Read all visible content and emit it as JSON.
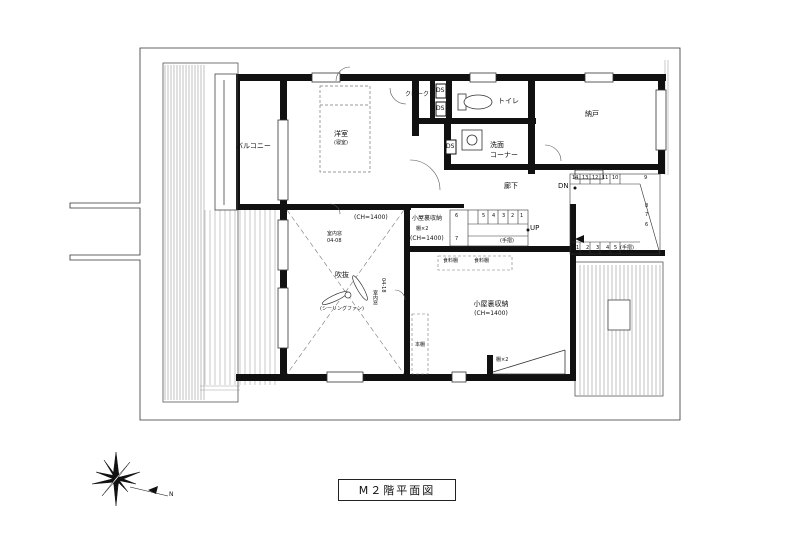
{
  "rooms": {
    "closet": "クローク",
    "toilet": "トイレ",
    "storage": "納戸",
    "western_room": "洋室",
    "western_room_sub": "(寝室)",
    "balcony": "バルコニー",
    "wash_corner_1": "洗面",
    "wash_corner_2": "コーナー",
    "hallway": "廊下",
    "attic_storage_small": "小屋裏収納",
    "attic_storage_small_ch": "(CH=1400)",
    "attic_storage_main": "小屋裏収納",
    "attic_storage_main_ch": "(CH=1400)",
    "ch_left": "(CH=1400)",
    "void": "吹抜",
    "ceiling_fan": "(シーリングファン)"
  },
  "fixtures": {
    "ds_1": "DS",
    "ds_2": "DS",
    "ds_3": "DS",
    "dn": "DN",
    "up": "UP",
    "shelf_x2_small": "棚×2",
    "shelf_x2_main": "棚×2",
    "handrail_1": "(手摺)",
    "handrail_2": "(手摺)",
    "bookshelf": "本棚",
    "food_storage_1": "食料棚",
    "food_storage_2": "食料棚",
    "indoor_window_1": "室内窓",
    "indoor_window_1_code": "04-08",
    "indoor_window_2": "室内窓",
    "indoor_window_2_code": "04-18"
  },
  "stair_numbers": {
    "upper_right": [
      "14",
      "13",
      "12",
      "11",
      "10",
      "9"
    ],
    "right_side": [
      "8",
      "7",
      "6"
    ],
    "lower_right": [
      "1",
      "2",
      "3",
      "4",
      "5"
    ],
    "attic_stairs_top": [
      "5",
      "4",
      "3",
      "2",
      "1"
    ],
    "attic_stairs_left": [
      "6",
      "7"
    ]
  },
  "compass": {
    "north": "N"
  },
  "title": "M２階平面図"
}
